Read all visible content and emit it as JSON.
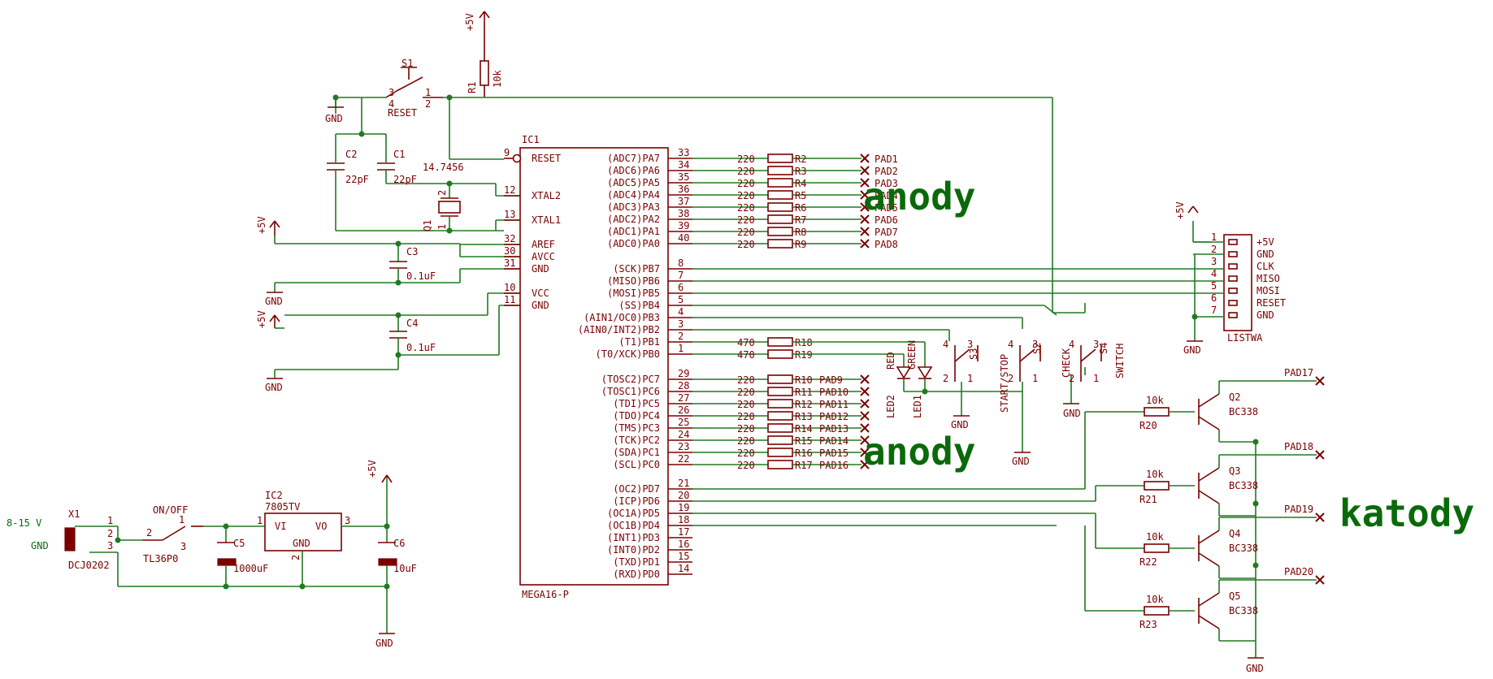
{
  "power_labels": {
    "vcc": "+5V",
    "gnd": "GND"
  },
  "big_labels": {
    "anody_top": "anody",
    "anody_bottom": "anody",
    "katody": "katody"
  },
  "reset_section": {
    "s1_name": "S1",
    "s1_label": "RESET",
    "s1_pins": [
      "3",
      "4",
      "1",
      "2"
    ],
    "r1_name": "R1",
    "r1_value": "10k",
    "c2_name": "C2",
    "c2_value": "22pF",
    "c1_name": "C1",
    "c1_value": "22pF",
    "q1_name": "Q1",
    "q1_value": "14.7456",
    "q1_pins": [
      "2",
      "1"
    ],
    "c3_name": "C3",
    "c3_value": "0.1uF",
    "c4_name": "C4",
    "c4_value": "0.1uF"
  },
  "mcu": {
    "name": "IC1",
    "part": "MEGA16-P",
    "left_pins": [
      {
        "num": "9",
        "label": "RESET"
      },
      {
        "num": "12",
        "label": "XTAL2"
      },
      {
        "num": "13",
        "label": "XTAL1"
      },
      {
        "num": "32",
        "label": "AREF"
      },
      {
        "num": "30",
        "label": "AVCC"
      },
      {
        "num": "31",
        "label": "GND"
      },
      {
        "num": "10",
        "label": "VCC"
      },
      {
        "num": "11",
        "label": "GND"
      }
    ],
    "right_pins": [
      {
        "num": "33",
        "label": "(ADC7)PA7"
      },
      {
        "num": "34",
        "label": "(ADC6)PA6"
      },
      {
        "num": "35",
        "label": "(ADC5)PA5"
      },
      {
        "num": "36",
        "label": "(ADC4)PA4"
      },
      {
        "num": "37",
        "label": "(ADC3)PA3"
      },
      {
        "num": "38",
        "label": "(ADC2)PA2"
      },
      {
        "num": "39",
        "label": "(ADC1)PA1"
      },
      {
        "num": "40",
        "label": "(ADC0)PA0"
      },
      {
        "num": "8",
        "label": "(SCK)PB7"
      },
      {
        "num": "7",
        "label": "(MISO)PB6"
      },
      {
        "num": "6",
        "label": "(MOSI)PB5"
      },
      {
        "num": "5",
        "label": "(SS)PB4"
      },
      {
        "num": "4",
        "label": "(AIN1/OC0)PB3"
      },
      {
        "num": "3",
        "label": "(AIN0/INT2)PB2"
      },
      {
        "num": "2",
        "label": "(T1)PB1"
      },
      {
        "num": "1",
        "label": "(T0/XCK)PB0"
      },
      {
        "num": "29",
        "label": "(TOSC2)PC7"
      },
      {
        "num": "28",
        "label": "(TOSC1)PC6"
      },
      {
        "num": "27",
        "label": "(TDI)PC5"
      },
      {
        "num": "26",
        "label": "(TDO)PC4"
      },
      {
        "num": "25",
        "label": "(TMS)PC3"
      },
      {
        "num": "24",
        "label": "(TCK)PC2"
      },
      {
        "num": "23",
        "label": "(SDA)PC1"
      },
      {
        "num": "22",
        "label": "(SCL)PC0"
      },
      {
        "num": "21",
        "label": "(OC2)PD7"
      },
      {
        "num": "20",
        "label": "(ICP)PD6"
      },
      {
        "num": "19",
        "label": "(OC1A)PD5"
      },
      {
        "num": "18",
        "label": "(OC1B)PD4"
      },
      {
        "num": "17",
        "label": "(INT1)PD3"
      },
      {
        "num": "16",
        "label": "(INT0)PD2"
      },
      {
        "num": "15",
        "label": "(TXD)PD1"
      },
      {
        "num": "14",
        "label": "(RXD)PD0"
      }
    ]
  },
  "port_a_resistors": [
    {
      "value": "220",
      "name": "R2",
      "pad": "PAD1"
    },
    {
      "value": "220",
      "name": "R3",
      "pad": "PAD2"
    },
    {
      "value": "220",
      "name": "R4",
      "pad": "PAD3"
    },
    {
      "value": "220",
      "name": "R5",
      "pad": "PAD4"
    },
    {
      "value": "220",
      "name": "R6",
      "pad": "PAD5"
    },
    {
      "value": "220",
      "name": "R7",
      "pad": "PAD6"
    },
    {
      "value": "220",
      "name": "R8",
      "pad": "PAD7"
    },
    {
      "value": "220",
      "name": "R9",
      "pad": "PAD8"
    }
  ],
  "port_c_resistors": [
    {
      "value": "220",
      "name": "R10",
      "pad": "PAD9"
    },
    {
      "value": "220",
      "name": "R11",
      "pad": "PAD10"
    },
    {
      "value": "220",
      "name": "R12",
      "pad": "PAD11"
    },
    {
      "value": "220",
      "name": "R13",
      "pad": "PAD12"
    },
    {
      "value": "220",
      "name": "R14",
      "pad": "PAD13"
    },
    {
      "value": "220",
      "name": "R15",
      "pad": "PAD14"
    },
    {
      "value": "220",
      "name": "R16",
      "pad": "PAD15"
    },
    {
      "value": "220",
      "name": "R17",
      "pad": "PAD16"
    }
  ],
  "led_resistors": [
    {
      "value": "470",
      "name": "R18"
    },
    {
      "value": "470",
      "name": "R19"
    }
  ],
  "leds": {
    "led2_name": "LED2",
    "led2_color": "RED",
    "led1_name": "LED1",
    "led1_color": "GREEN"
  },
  "switches": {
    "s3_name": "S3",
    "s2_name": "S2",
    "s2_label": "START/STOP",
    "s4_name": "S4",
    "s4_label_a": "CHECK",
    "s4_label_b": "SWITCH",
    "pins": [
      "4",
      "3",
      "2",
      "1"
    ]
  },
  "isp_header": {
    "name": "LISTWA",
    "pins": [
      {
        "num": "1",
        "label": "+5V"
      },
      {
        "num": "2",
        "label": "GND"
      },
      {
        "num": "3",
        "label": "CLK"
      },
      {
        "num": "4",
        "label": "MISO"
      },
      {
        "num": "5",
        "label": "MOSI"
      },
      {
        "num": "6",
        "label": "RESET"
      },
      {
        "num": "7",
        "label": "GND"
      }
    ]
  },
  "transistors": [
    {
      "name": "Q2",
      "part": "BC338",
      "r_value": "10k",
      "r_name": "R20",
      "pad": "PAD17"
    },
    {
      "name": "Q3",
      "part": "BC338",
      "r_value": "10k",
      "r_name": "R21",
      "pad": "PAD18"
    },
    {
      "name": "Q4",
      "part": "BC338",
      "r_value": "10k",
      "r_name": "R22",
      "pad": "PAD19"
    },
    {
      "name": "Q5",
      "part": "BC338",
      "r_value": "10k",
      "r_name": "R23",
      "pad": "PAD20"
    }
  ],
  "power_supply": {
    "input_label": "8-15 V",
    "gnd_label": "GND",
    "x1_name": "X1",
    "x1_part": "DCJ0202",
    "x1_pins": [
      "1",
      "2",
      "3"
    ],
    "sw_label": "ON/OFF",
    "sw_part": "TL36P0",
    "sw_pins": [
      "2",
      "1",
      "3"
    ],
    "ic2_name": "IC2",
    "ic2_part": "7805TV",
    "ic2_vi": "VI",
    "ic2_vo": "VO",
    "ic2_gnd": "GND",
    "ic2_pins": [
      "1",
      "3",
      "2"
    ],
    "c5_name": "C5",
    "c5_value": "1000uF",
    "c6_name": "C6",
    "c6_value": "10uF"
  }
}
